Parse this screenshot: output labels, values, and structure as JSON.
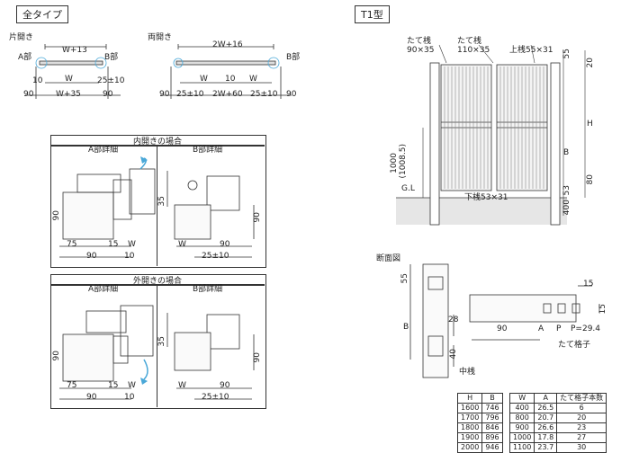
{
  "tags": {
    "all_types": "全タイプ",
    "t1": "T1型"
  },
  "single": {
    "title": "片開き",
    "a_part": "A部",
    "b_part": "B部",
    "top": "W+13",
    "w": "W",
    "left10": "10",
    "right": "25±10",
    "bottom_left": "90",
    "bottom_mid": "W+35",
    "bottom_right": "90"
  },
  "double": {
    "title": "両開き",
    "b_part": "B部",
    "top": "2W+16",
    "w1": "W",
    "gap": "10",
    "w2": "W",
    "b90l": "90",
    "b25l": "25±10",
    "bmid": "2W+60",
    "b25r": "25±10",
    "b90r": "90"
  },
  "inner": {
    "header": "内開きの場合",
    "a_detail": "A部詳細",
    "b_detail": "B部詳細",
    "a90v": "90",
    "a75": "75",
    "a15": "15",
    "aW": "W",
    "a90": "90",
    "a10": "10",
    "b35": "35",
    "b90v": "90",
    "bW": "W",
    "b90": "90",
    "b25": "25±10"
  },
  "outer": {
    "header": "外開きの場合",
    "a_detail": "A部詳細",
    "b_detail": "B部詳細",
    "a90v": "90",
    "a75": "75",
    "a15": "15",
    "aW": "W",
    "a90": "90",
    "a10": "10",
    "b35": "35",
    "b90v": "90",
    "bW": "W",
    "b90": "90",
    "b25": "25±10"
  },
  "elevation": {
    "post_label": "たて桟",
    "post_size": "90×35",
    "post2_label": "たて桟",
    "post2_size": "110×35",
    "upper_rail": "上桟55×31",
    "lower_rail": "下桟53×31",
    "gl": "G.L",
    "h1000": "1000",
    "h1008": "(1008.5)",
    "d55": "55",
    "d20": "20",
    "dH": "H",
    "dB": "B",
    "d53": "53",
    "d80": "80",
    "d400": "400"
  },
  "section": {
    "title": "断面図",
    "d55": "55",
    "dB": "B",
    "d28": "28",
    "d40": "40",
    "mid_rail": "中桟",
    "d15": "15",
    "d15b": "15",
    "d90": "90",
    "a": "A",
    "p": "P",
    "p_val": "P=29.4",
    "lattice": "たて格子"
  },
  "table_hb": {
    "headers": [
      "H",
      "B"
    ],
    "rows": [
      [
        "1600",
        "746"
      ],
      [
        "1700",
        "796"
      ],
      [
        "1800",
        "846"
      ],
      [
        "1900",
        "896"
      ],
      [
        "2000",
        "946"
      ]
    ]
  },
  "table_wa": {
    "headers": [
      "W",
      "A",
      "たて格子本数"
    ],
    "rows": [
      [
        "400",
        "26.5",
        "6"
      ],
      [
        "800",
        "20.7",
        "20"
      ],
      [
        "900",
        "26.6",
        "23"
      ],
      [
        "1000",
        "17.8",
        "27"
      ],
      [
        "1100",
        "23.7",
        "30"
      ]
    ]
  }
}
